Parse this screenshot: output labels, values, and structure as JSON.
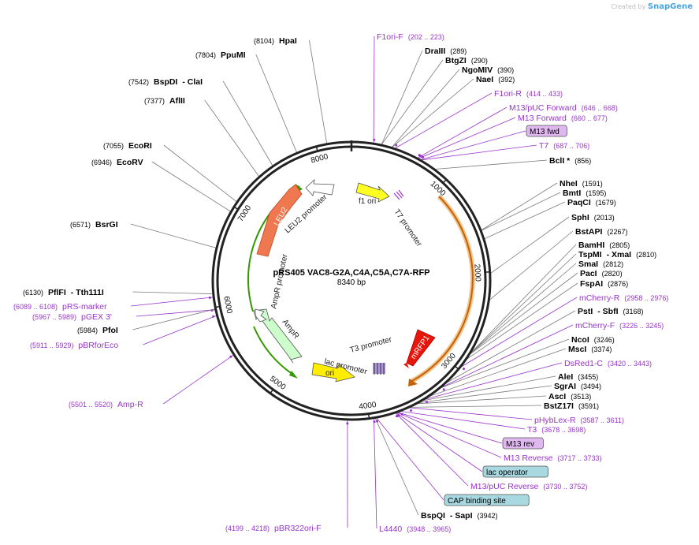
{
  "credit": {
    "prefix": "Created by",
    "brand": "SnapGene"
  },
  "plasmid": {
    "name": "pRS405 VAC8-G2A,C4A,C5A,C7A-RFP",
    "size": "8340 bp",
    "length": 8340
  },
  "colors": {
    "enzyme_line": "#7a7a7a",
    "primer": "#9933cc",
    "backbone": "#222222",
    "mrfp1": "#e8150b",
    "leu2": "#f07850",
    "ori": "#ffee00",
    "ampr": "#ccffcc",
    "f1ori": "#ffff22",
    "feature_box": "#e0b8f0",
    "lac_box": "#a8d8e0"
  },
  "ticks": [
    {
      "label": "1000",
      "pos": 1000
    },
    {
      "label": "2000",
      "pos": 2000
    },
    {
      "label": "3000",
      "pos": 3000
    },
    {
      "label": "4000",
      "pos": 4000
    },
    {
      "label": "5000",
      "pos": 5000
    },
    {
      "label": "6000",
      "pos": 6000
    },
    {
      "label": "7000",
      "pos": 7000
    },
    {
      "label": "8000",
      "pos": 8000
    }
  ],
  "labels": [
    {
      "parts": [
        {
          "t": "(8104)",
          "c": "num"
        },
        {
          "t": "HpaI",
          "c": "bold"
        }
      ],
      "pos": 8104
    },
    {
      "parts": [
        {
          "t": "(7804)",
          "c": "num"
        },
        {
          "t": "PpuMI",
          "c": "bold"
        }
      ],
      "pos": 7804
    },
    {
      "parts": [
        {
          "t": "(7542)",
          "c": "num"
        },
        {
          "t": "BspDI",
          "c": "bold"
        },
        {
          "t": "- ClaI",
          "c": "bold"
        }
      ],
      "pos": 7542
    },
    {
      "parts": [
        {
          "t": "(7377)",
          "c": "num"
        },
        {
          "t": "AflII",
          "c": "bold"
        }
      ],
      "pos": 7377
    },
    {
      "parts": [
        {
          "t": "(7055)",
          "c": "num"
        },
        {
          "t": "EcoRI",
          "c": "bold"
        }
      ],
      "pos": 7055
    },
    {
      "parts": [
        {
          "t": "(6946)",
          "c": "num"
        },
        {
          "t": "EcoRV",
          "c": "bold"
        }
      ],
      "pos": 6946
    },
    {
      "parts": [
        {
          "t": "(6571)",
          "c": "num"
        },
        {
          "t": "BsrGI",
          "c": "bold"
        }
      ],
      "pos": 6571
    },
    {
      "parts": [
        {
          "t": "(6130)",
          "c": "num"
        },
        {
          "t": "PflFI",
          "c": "bold"
        },
        {
          "t": "- Tth111I",
          "c": "bold"
        }
      ],
      "pos": 6130
    },
    {
      "parts": [
        {
          "t": "(6089 .. 6108)",
          "c": "pnum"
        },
        {
          "t": "pRS-marker",
          "c": "pname"
        }
      ],
      "pos": 6098
    },
    {
      "parts": [
        {
          "t": "(5967 .. 5989)",
          "c": "pnum"
        },
        {
          "t": "pGEX 3'",
          "c": "pname"
        }
      ],
      "pos": 5978
    },
    {
      "parts": [
        {
          "t": "(5984)",
          "c": "num"
        },
        {
          "t": "PfoI",
          "c": "bold"
        }
      ],
      "pos": 5984
    },
    {
      "parts": [
        {
          "t": "(5911 .. 5929)",
          "c": "pnum"
        },
        {
          "t": "pBRforEco",
          "c": "pname"
        }
      ],
      "pos": 5920
    },
    {
      "parts": [
        {
          "t": "(5501 .. 5520)",
          "c": "pnum"
        },
        {
          "t": "Amp-R",
          "c": "pname"
        }
      ],
      "pos": 5510
    },
    {
      "parts": [
        {
          "t": "(4199 .. 4218)",
          "c": "pnum"
        },
        {
          "t": "pBR322ori-F",
          "c": "pname"
        }
      ],
      "pos": 4208
    },
    {
      "parts": [
        {
          "t": "L4440",
          "c": "pname"
        },
        {
          "t": "(3948 .. 3965)",
          "c": "pnum"
        }
      ],
      "pos": 3956
    },
    {
      "parts": [
        {
          "t": "BspQI",
          "c": "bold"
        },
        {
          "t": "- SapI",
          "c": "bold"
        },
        {
          "t": "(3942)",
          "c": "num"
        }
      ],
      "pos": 3942
    },
    {
      "parts": [
        {
          "t": "CAP binding site",
          "c": "lac"
        }
      ],
      "pos": 3930
    },
    {
      "parts": [
        {
          "t": "M13/pUC Reverse",
          "c": "pname"
        },
        {
          "t": "(3730 .. 3752)",
          "c": "pnum"
        }
      ],
      "pos": 3741
    },
    {
      "parts": [
        {
          "t": "lac operator",
          "c": "lac"
        }
      ],
      "pos": 3735
    },
    {
      "parts": [
        {
          "t": "M13 Reverse",
          "c": "pname"
        },
        {
          "t": "(3717 .. 3733)",
          "c": "pnum"
        }
      ],
      "pos": 3725
    },
    {
      "parts": [
        {
          "t": "M13 rev",
          "c": "box"
        }
      ],
      "pos": 3720
    },
    {
      "parts": [
        {
          "t": "T3",
          "c": "pname"
        },
        {
          "t": "(3678 .. 3698)",
          "c": "pnum"
        }
      ],
      "pos": 3688
    },
    {
      "parts": [
        {
          "t": "pHybLex-R",
          "c": "pname"
        },
        {
          "t": "(3587 .. 3611)",
          "c": "pnum"
        }
      ],
      "pos": 3599
    },
    {
      "parts": [
        {
          "t": "BstZ17I",
          "c": "bold"
        },
        {
          "t": "(3591)",
          "c": "num"
        }
      ],
      "pos": 3591
    },
    {
      "parts": [
        {
          "t": "AscI",
          "c": "bold"
        },
        {
          "t": "(3513)",
          "c": "num"
        }
      ],
      "pos": 3513
    },
    {
      "parts": [
        {
          "t": "SgrAI",
          "c": "bold"
        },
        {
          "t": "(3494)",
          "c": "num"
        }
      ],
      "pos": 3494
    },
    {
      "parts": [
        {
          "t": "AleI",
          "c": "bold"
        },
        {
          "t": "(3455)",
          "c": "num"
        }
      ],
      "pos": 3455
    },
    {
      "parts": [
        {
          "t": "DsRed1-C",
          "c": "pname"
        },
        {
          "t": "(3420 .. 3443)",
          "c": "pnum"
        }
      ],
      "pos": 3431
    },
    {
      "parts": [
        {
          "t": "MscI",
          "c": "bold"
        },
        {
          "t": "(3374)",
          "c": "num"
        }
      ],
      "pos": 3374
    },
    {
      "parts": [
        {
          "t": "NcoI",
          "c": "bold"
        },
        {
          "t": "(3246)",
          "c": "num"
        }
      ],
      "pos": 3246
    },
    {
      "parts": [
        {
          "t": "mCherry-F",
          "c": "pname"
        },
        {
          "t": "(3226 .. 3245)",
          "c": "pnum"
        }
      ],
      "pos": 3235
    },
    {
      "parts": [
        {
          "t": "PstI",
          "c": "bold"
        },
        {
          "t": "- SbfI",
          "c": "bold"
        },
        {
          "t": "(3168)",
          "c": "num"
        }
      ],
      "pos": 3168
    },
    {
      "parts": [
        {
          "t": "mCherry-R",
          "c": "pname"
        },
        {
          "t": "(2958 .. 2976)",
          "c": "pnum"
        }
      ],
      "pos": 2967
    },
    {
      "parts": [
        {
          "t": "FspAI",
          "c": "bold"
        },
        {
          "t": "(2876)",
          "c": "num"
        }
      ],
      "pos": 2876
    },
    {
      "parts": [
        {
          "t": "PacI",
          "c": "bold"
        },
        {
          "t": "(2820)",
          "c": "num"
        }
      ],
      "pos": 2820
    },
    {
      "parts": [
        {
          "t": "SmaI",
          "c": "bold"
        },
        {
          "t": "(2812)",
          "c": "num"
        }
      ],
      "pos": 2812
    },
    {
      "parts": [
        {
          "t": "TspMI",
          "c": "bold"
        },
        {
          "t": "- XmaI",
          "c": "bold"
        },
        {
          "t": "(2810)",
          "c": "num"
        }
      ],
      "pos": 2810
    },
    {
      "parts": [
        {
          "t": "BamHI",
          "c": "bold"
        },
        {
          "t": "(2805)",
          "c": "num"
        }
      ],
      "pos": 2805
    },
    {
      "parts": [
        {
          "t": "BstAPI",
          "c": "bold"
        },
        {
          "t": "(2267)",
          "c": "num"
        }
      ],
      "pos": 2267
    },
    {
      "parts": [
        {
          "t": "SphI",
          "c": "bold"
        },
        {
          "t": "(2013)",
          "c": "num"
        }
      ],
      "pos": 2013
    },
    {
      "parts": [
        {
          "t": "PaqCI",
          "c": "bold"
        },
        {
          "t": "(1679)",
          "c": "num"
        }
      ],
      "pos": 1679
    },
    {
      "parts": [
        {
          "t": "BmtI",
          "c": "bold"
        },
        {
          "t": "(1595)",
          "c": "num"
        }
      ],
      "pos": 1595
    },
    {
      "parts": [
        {
          "t": "NheI",
          "c": "bold"
        },
        {
          "t": "(1591)",
          "c": "num"
        }
      ],
      "pos": 1591
    },
    {
      "parts": [
        {
          "t": "BclI *",
          "c": "bold"
        },
        {
          "t": "(856)",
          "c": "num"
        }
      ],
      "pos": 856
    },
    {
      "parts": [
        {
          "t": "T7",
          "c": "pname"
        },
        {
          "t": "(687 .. 706)",
          "c": "pnum"
        }
      ],
      "pos": 696
    },
    {
      "parts": [
        {
          "t": "M13 fwd",
          "c": "box"
        }
      ],
      "pos": 690
    },
    {
      "parts": [
        {
          "t": "M13 Forward",
          "c": "pname"
        },
        {
          "t": "(660 .. 677)",
          "c": "pnum"
        }
      ],
      "pos": 668
    },
    {
      "parts": [
        {
          "t": "M13/pUC Forward",
          "c": "pname"
        },
        {
          "t": "(646 .. 668)",
          "c": "pnum"
        }
      ],
      "pos": 657
    },
    {
      "parts": [
        {
          "t": "F1ori-R",
          "c": "pname"
        },
        {
          "t": "(414 .. 433)",
          "c": "pnum"
        }
      ],
      "pos": 423
    },
    {
      "parts": [
        {
          "t": "NaeI",
          "c": "bold"
        },
        {
          "t": "(392)",
          "c": "num"
        }
      ],
      "pos": 392
    },
    {
      "parts": [
        {
          "t": "NgoMIV",
          "c": "bold"
        },
        {
          "t": "(390)",
          "c": "num"
        }
      ],
      "pos": 390
    },
    {
      "parts": [
        {
          "t": "BtgZI",
          "c": "bold"
        },
        {
          "t": "(290)",
          "c": "num"
        }
      ],
      "pos": 290
    },
    {
      "parts": [
        {
          "t": "DraIII",
          "c": "bold"
        },
        {
          "t": "(289)",
          "c": "num"
        }
      ],
      "pos": 289
    },
    {
      "parts": [
        {
          "t": "F1ori-F",
          "c": "pname"
        },
        {
          "t": "(202 .. 223)",
          "c": "pnum"
        }
      ],
      "pos": 212
    }
  ],
  "features": [
    {
      "name": "f1 ori",
      "kind": "f1ori"
    },
    {
      "name": "T7 promoter",
      "kind": "promoter"
    },
    {
      "name": "LEU2 promoter",
      "kind": "promoter"
    },
    {
      "name": "LEU2",
      "kind": "leu2"
    },
    {
      "name": "AmpR promoter",
      "kind": "promoter"
    },
    {
      "name": "AmpR",
      "kind": "ampr"
    },
    {
      "name": "ori",
      "kind": "ori"
    },
    {
      "name": "lac promoter",
      "kind": "promoter"
    },
    {
      "name": "T3 promoter",
      "kind": "promoter"
    },
    {
      "name": "mRFP1",
      "kind": "mrfp1"
    }
  ]
}
